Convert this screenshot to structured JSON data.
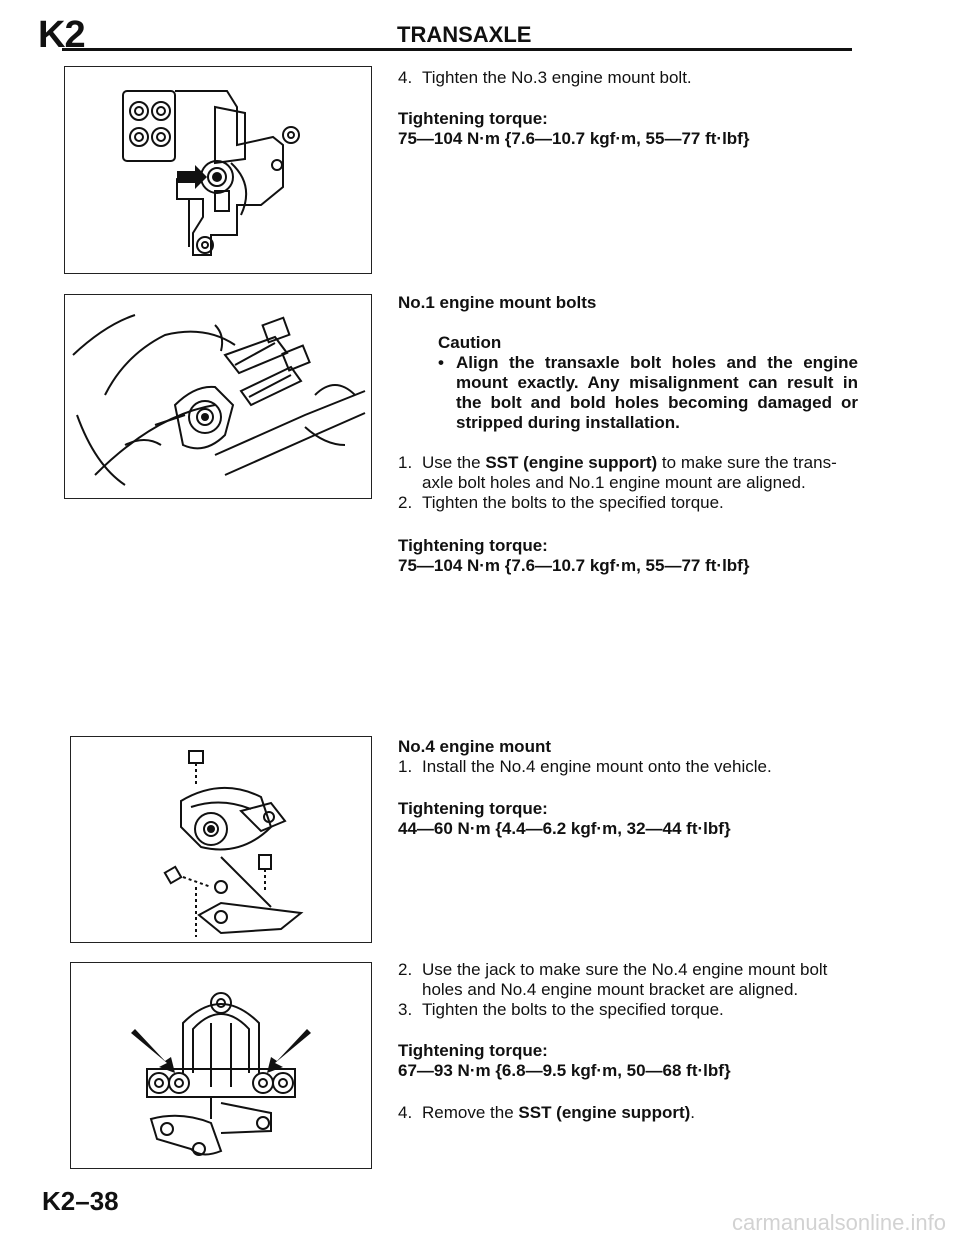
{
  "header": {
    "section_code": "K2",
    "chapter_title": "TRANSAXLE"
  },
  "footer": {
    "page_number": "K2–38",
    "watermark": "carmanualsonline.info"
  },
  "block1": {
    "step_num": "4.",
    "step_text": "Tighten the No.3 engine mount bolt.",
    "torque_label": "Tightening torque:",
    "torque_value": "75—104 N·m {7.6—10.7 kgf·m, 55—77 ft·lbf}"
  },
  "block2": {
    "heading": "No.1 engine mount bolts",
    "caution_label": "Caution",
    "caution_text": "Align the transaxle bolt holes and the engine mount exactly. Any misalignment can result in the bolt and bold holes becoming damaged or stripped during installation.",
    "step1_num": "1.",
    "step1_pre": "Use the ",
    "step1_bold": "SST (engine support)",
    "step1_post": " to make sure the trans- axle bolt holes and No.1 engine mount are aligned.",
    "step2_num": "2.",
    "step2_text": "Tighten the bolts to the specified torque.",
    "torque_label": "Tightening torque:",
    "torque_value": "75—104 N·m {7.6—10.7 kgf·m, 55—77 ft·lbf}"
  },
  "block3": {
    "heading": "No.4 engine mount",
    "step1_num": "1.",
    "step1_text": "Install the No.4 engine mount onto the vehicle.",
    "torque_label": "Tightening torque:",
    "torque_value": "44—60 N·m {4.4—6.2 kgf·m, 32—44 ft·lbf}"
  },
  "block4": {
    "step2_num": "2.",
    "step2_text": "Use the jack to make sure the No.4 engine mount bolt holes and No.4 engine mount bracket are aligned.",
    "step3_num": "3.",
    "step3_text": "Tighten the bolts to the specified torque.",
    "torque_label": "Tightening torque:",
    "torque_value": "67—93 N·m {6.8—9.5 kgf·m, 50—68 ft·lbf}",
    "step4_num": "4.",
    "step4_pre": "Remove the ",
    "step4_bold": "SST (engine support)",
    "step4_post": "."
  }
}
